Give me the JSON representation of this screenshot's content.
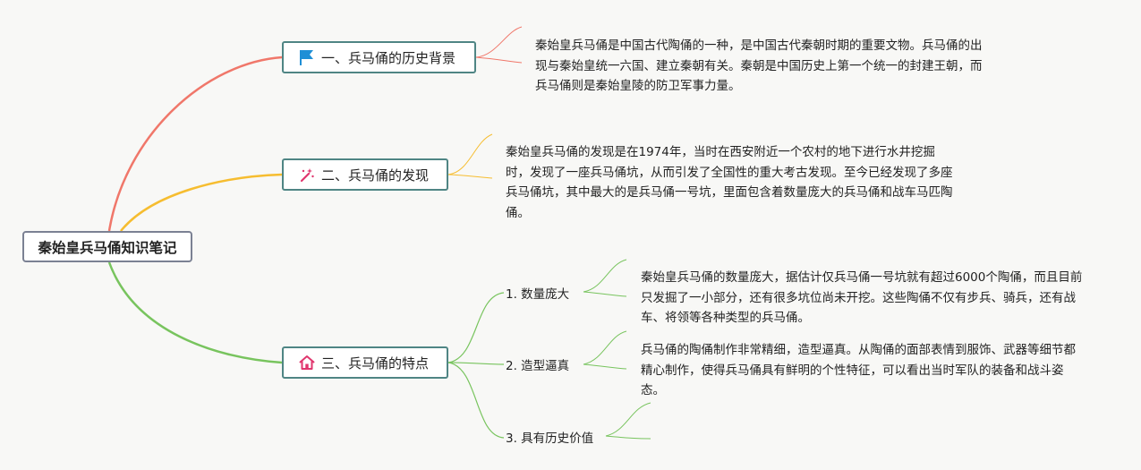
{
  "root": {
    "label": "秦始皇兵马俑知识笔记"
  },
  "branches": [
    {
      "label": "一、兵马俑的历史背景",
      "icon": "flag-icon",
      "color": "#f0776a",
      "note": "秦始皇兵马俑是中国古代陶俑的一种，是中国古代秦朝时期的重要文物。兵马俑的出现与秦始皇统一六国、建立秦朝有关。秦朝是中国历史上第一个统一的封建王朝，而兵马俑则是秦始皇陵的防卫军事力量。"
    },
    {
      "label": "二、兵马俑的发现",
      "icon": "magic-wand-icon",
      "color": "#f6bd30",
      "note": "秦始皇兵马俑的发现是在1974年，当时在西安附近一个农村的地下进行水井挖掘时，发现了一座兵马俑坑，从而引发了全国性的重大考古发现。至今已经发现了多座兵马俑坑，其中最大的是兵马俑一号坑，里面包含着数量庞大的兵马俑和战车马匹陶俑。"
    },
    {
      "label": "三、兵马俑的特点",
      "icon": "home-icon",
      "color": "#78c45e",
      "children": [
        {
          "label": "1. 数量庞大",
          "note": "秦始皇兵马俑的数量庞大，据估计仅兵马俑一号坑就有超过6000个陶俑，而且目前只发掘了一小部分，还有很多坑位尚未开挖。这些陶俑不仅有步兵、骑兵，还有战车、将领等各种类型的兵马俑。"
        },
        {
          "label": "2. 造型逼真",
          "note": "兵马俑的陶俑制作非常精细，造型逼真。从陶俑的面部表情到服饰、武器等细节都精心制作，使得兵马俑具有鲜明的个性特征，可以看出当时军队的装备和战斗姿态。"
        },
        {
          "label": "3. 具有历史价值",
          "note": ""
        }
      ]
    }
  ],
  "colors": {
    "background": "#f8f8f6",
    "root_border": "#7b8193",
    "branch_border": "#4f8584",
    "flag_icon": "#1f8fd6",
    "wand_icon": "#e0366e",
    "home_icon": "#e0366e"
  }
}
